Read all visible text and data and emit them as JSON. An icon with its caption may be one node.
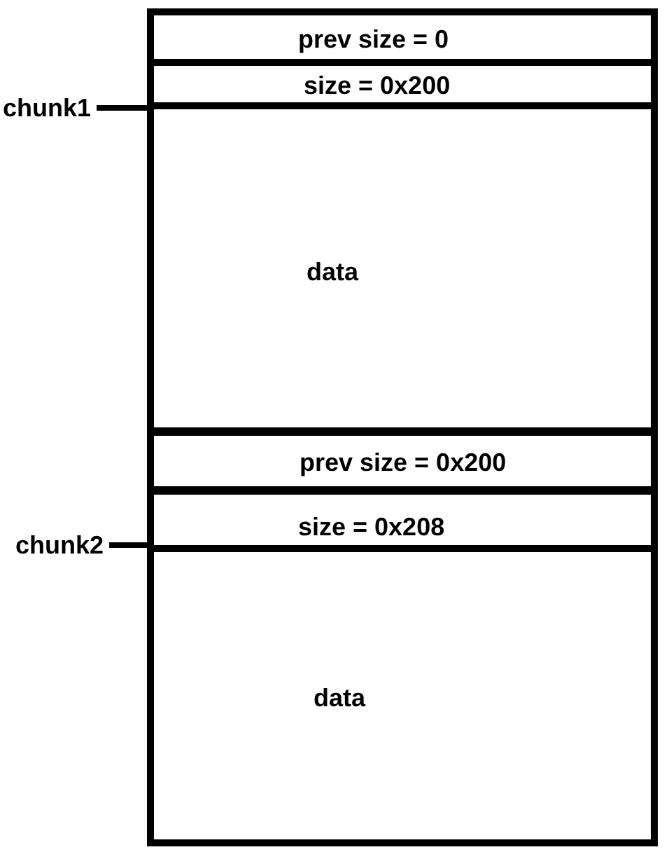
{
  "diagram": {
    "nodes": [
      {
        "text": [
          "prev size = 0"
        ]
      },
      {
        "text": [
          "size = 0x200"
        ]
      },
      {
        "text": [
          "chunk1"
        ]
      },
      {
        "text": [
          "data"
        ]
      },
      {
        "text": [
          "prev size = 0x200"
        ]
      },
      {
        "text": [
          "size = 0x208"
        ]
      },
      {
        "text": [
          "chunk2"
        ]
      },
      {
        "text": [
          "data"
        ]
      }
    ],
    "edges": [
      {
        "from": 2,
        "to": 3,
        "arrow": "none"
      },
      {
        "from": 6,
        "to": 7,
        "arrow": "none"
      }
    ]
  }
}
